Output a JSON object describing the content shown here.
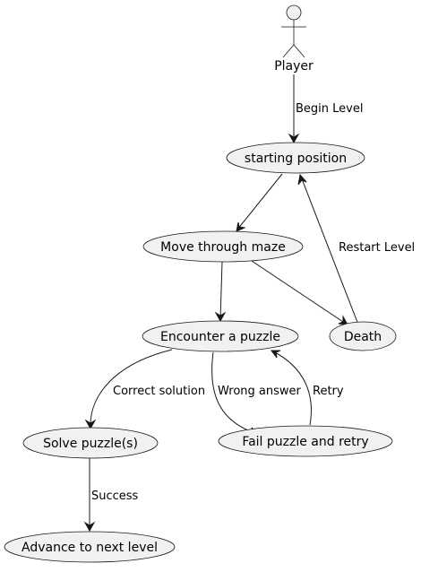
{
  "diagram": {
    "actor": {
      "label": "Player"
    },
    "nodes": {
      "start": {
        "label": "starting position"
      },
      "maze": {
        "label": "Move through maze"
      },
      "death": {
        "label": "Death"
      },
      "puzzle": {
        "label": "Encounter a puzzle"
      },
      "solve": {
        "label": "Solve puzzle(s)"
      },
      "fail": {
        "label": "Fail puzzle and retry"
      },
      "advance": {
        "label": "Advance to next level"
      }
    },
    "edges": {
      "begin_level": "Begin Level",
      "restart_level": "Restart Level",
      "correct_solution": "Correct solution",
      "wrong_answer": "Wrong answer",
      "retry": "Retry",
      "success": "Success"
    },
    "colors": {
      "node_fill": "#f1f1f1",
      "stroke": "#181818",
      "text": "#000000",
      "background": "#ffffff"
    }
  }
}
